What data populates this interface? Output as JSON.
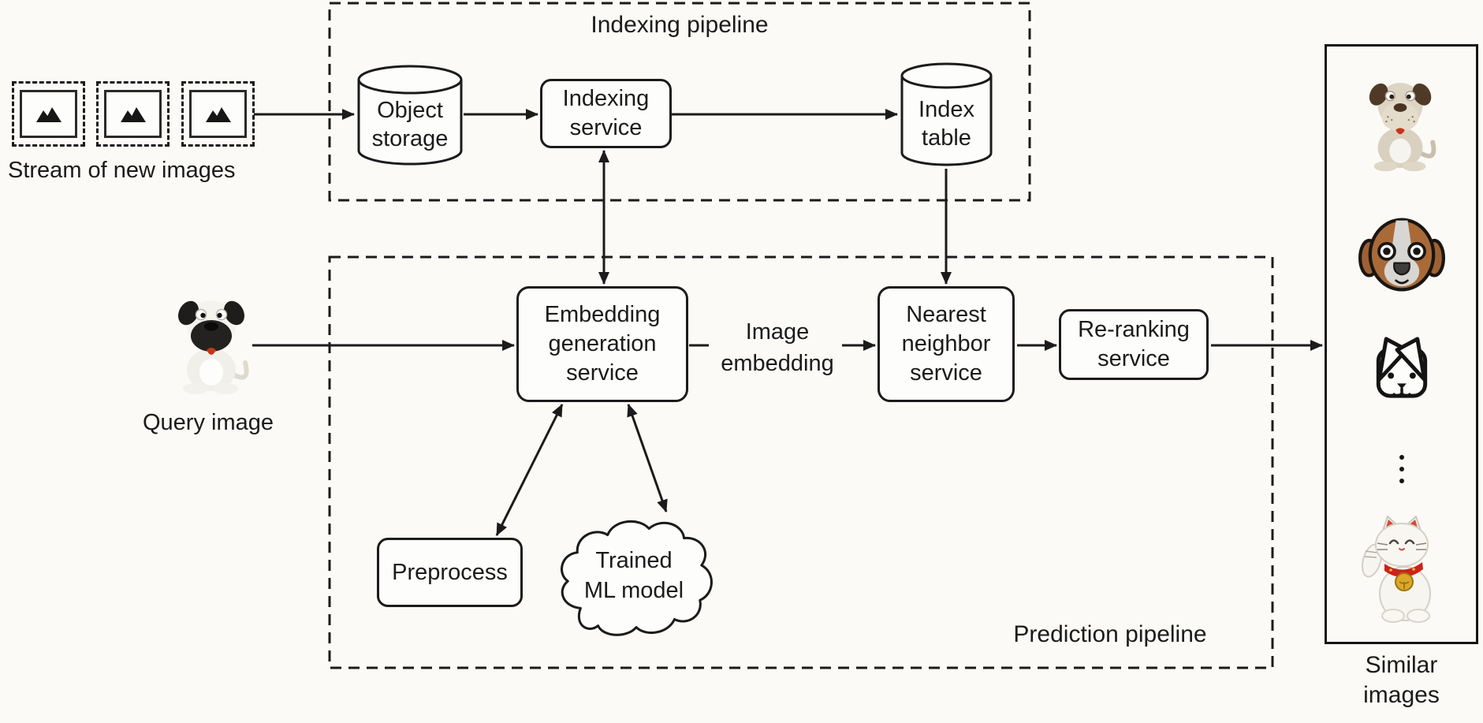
{
  "page": {
    "background_color": "#fbfaf6",
    "line_color": "#1b1b1b",
    "accent_red": "#c2371b",
    "accent_gold": "#dca728",
    "accent_brown": "#a96a38"
  },
  "indexing_pipeline": {
    "title": "Indexing pipeline",
    "object_storage_label": "Object\nstorage",
    "indexing_service_label": "Indexing\nservice",
    "index_table_label": "Index\ntable"
  },
  "prediction_pipeline": {
    "title": "Prediction pipeline",
    "embedding_service_label": "Embedding\ngeneration\nservice",
    "image_embedding_label": "Image\nembedding",
    "nearest_neighbor_label": "Nearest\nneighbor\nservice",
    "reranking_label": "Re-ranking\nservice",
    "preprocess_label": "Preprocess",
    "trained_ml_label": "Trained\nML model"
  },
  "inputs": {
    "stream_label": "Stream of new images",
    "stream_thumbnail_count": 3,
    "query_label": "Query image",
    "query_image": "white-black-cartoon-dog"
  },
  "output": {
    "similar_label": "Similar\nimages",
    "result_images": [
      "tan-puppy",
      "brown-dog-face",
      "outline-dog-face",
      "vertical-ellipsis",
      "maneki-neko-cat"
    ]
  }
}
